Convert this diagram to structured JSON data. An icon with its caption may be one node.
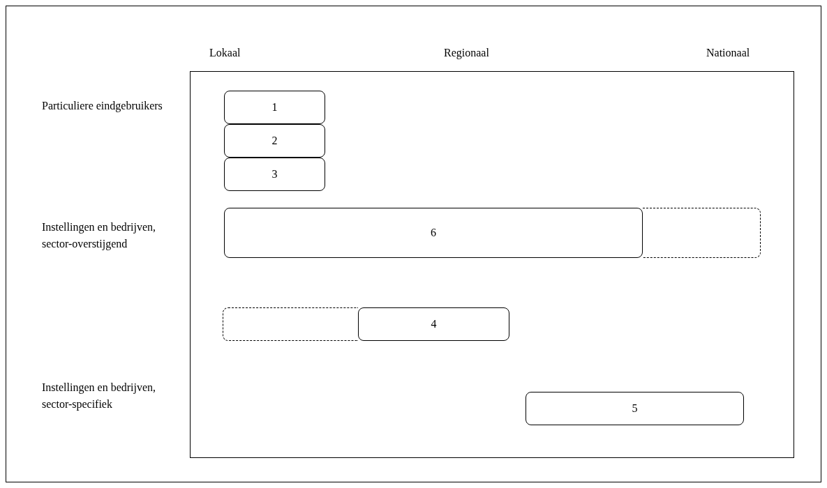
{
  "diagram": {
    "nodes": [
      {
        "text": [],
        "shape": "box"
      },
      {
        "text": [
          "1"
        ],
        "in": 0
      },
      {
        "text": [
          "2"
        ],
        "in": 0
      },
      {
        "text": [
          "3"
        ],
        "in": 0
      },
      {
        "text": [
          "6"
        ],
        "in": 0
      },
      {
        "text": [],
        "shape": "box",
        "in": 0
      },
      {
        "text": [],
        "shape": "box",
        "in": 0
      },
      {
        "text": [
          "4"
        ],
        "in": 0
      },
      {
        "text": [
          "5"
        ],
        "in": 0
      }
    ],
    "edges": [],
    "labels": [
      "Lokaal",
      "Regionaal",
      "Nationaal",
      "Particuliere eindgebruikers",
      "Instellingen en bedrijven, sector-overstijgend",
      "Instellingen en bedrijven, sector-specifiek"
    ]
  }
}
